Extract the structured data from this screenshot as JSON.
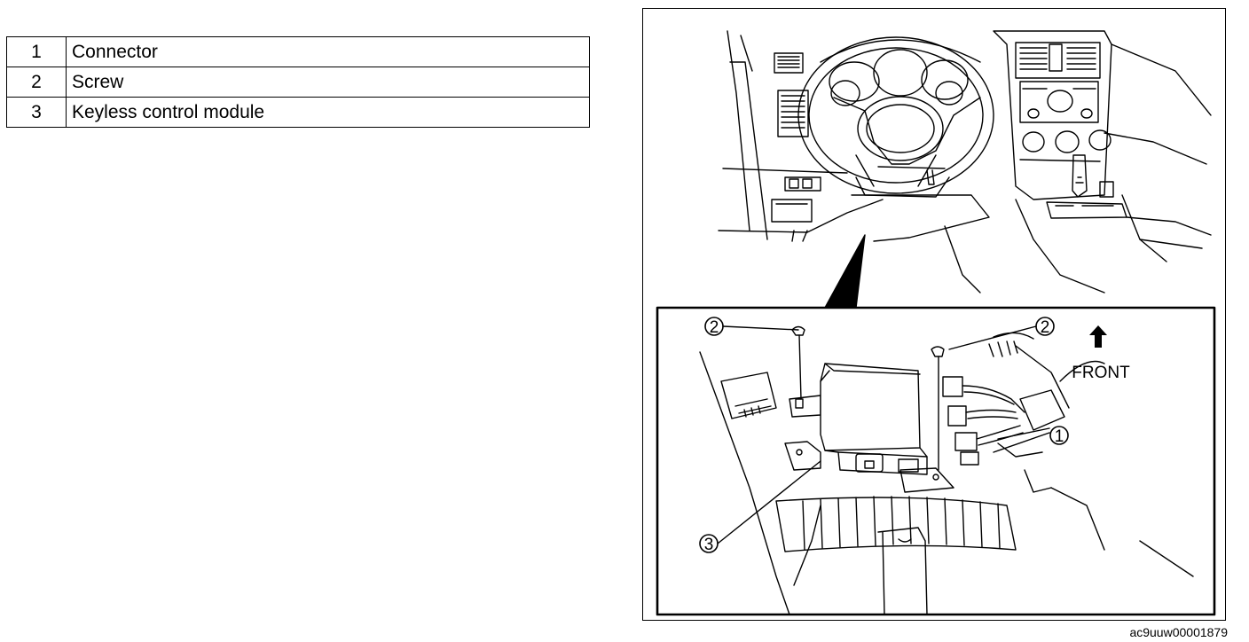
{
  "legend": [
    {
      "num": "1",
      "label": "Connector"
    },
    {
      "num": "2",
      "label": "Screw"
    },
    {
      "num": "3",
      "label": "Keyless control module"
    }
  ],
  "figure": {
    "callouts": [
      "1",
      "2",
      "3"
    ],
    "front_label": "FRONT",
    "figure_id": "ac9uuw00001879"
  }
}
